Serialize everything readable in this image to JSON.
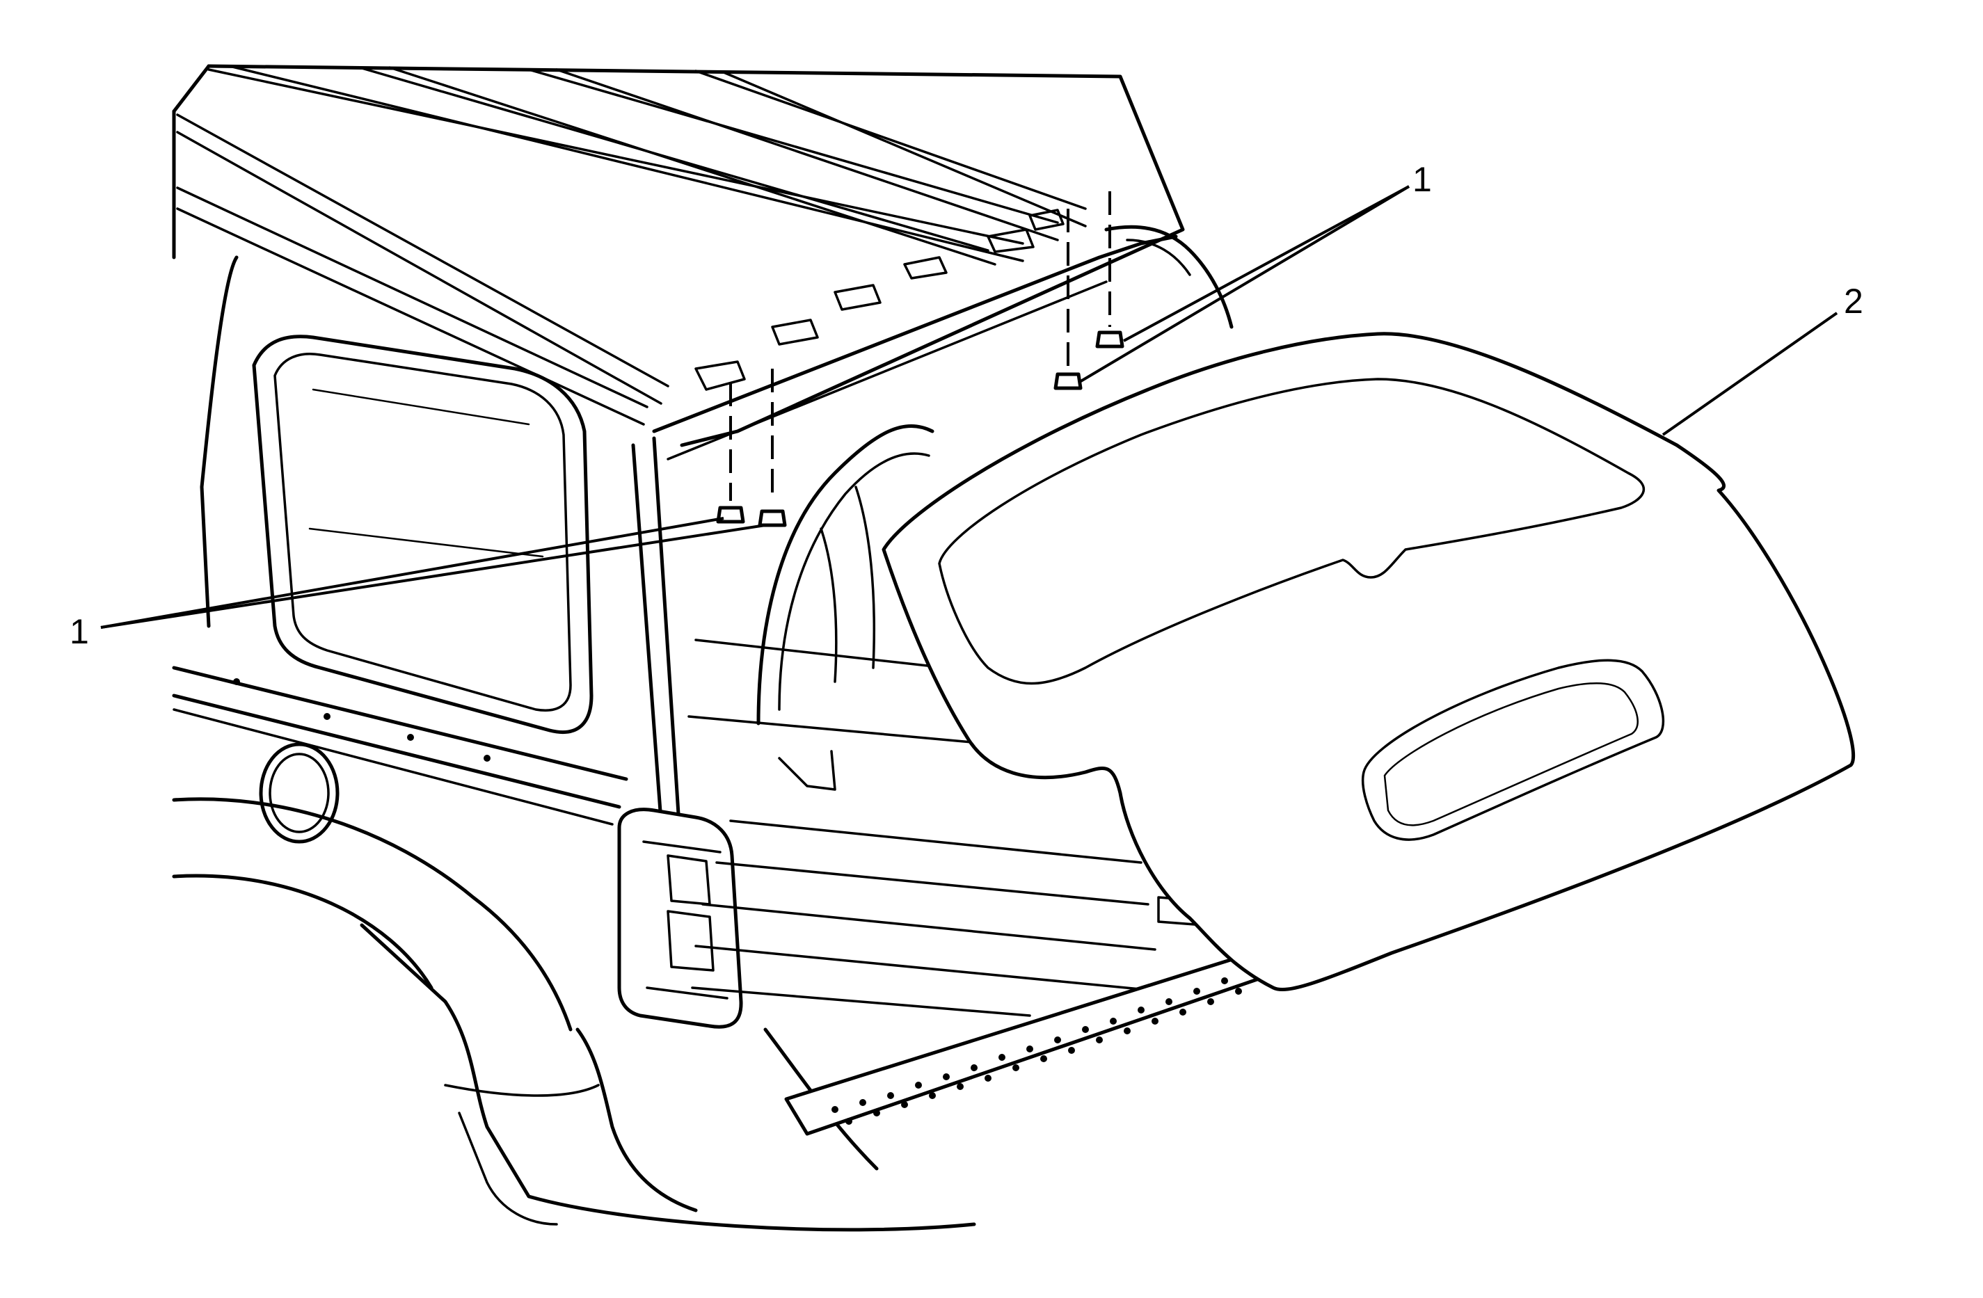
{
  "callouts": [
    {
      "id": "callout-1-upper-right",
      "label": "1"
    },
    {
      "id": "callout-1-left",
      "label": "1"
    },
    {
      "id": "callout-2",
      "label": "2"
    }
  ],
  "colors": {
    "line": "#000000",
    "background": "#ffffff"
  }
}
